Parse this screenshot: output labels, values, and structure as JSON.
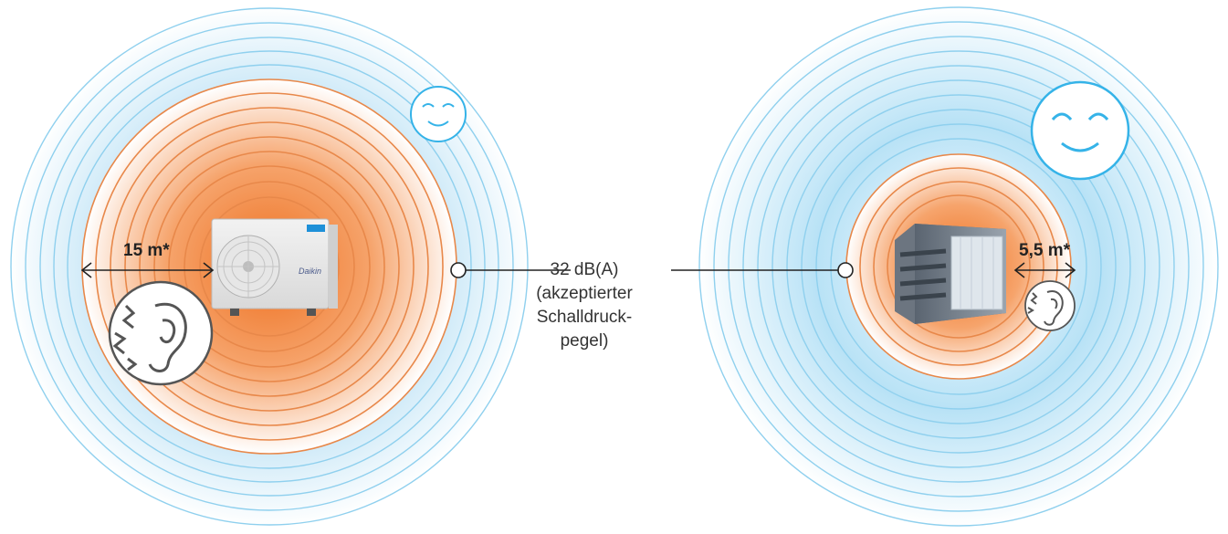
{
  "colors": {
    "blue_ring": "#8fd0ee",
    "blue_fill": "#bfe4f6",
    "orange_ring": "#e8884a",
    "orange_core": "#ee7020",
    "line": "#222222",
    "face": "#35b3e8"
  },
  "left_unit": {
    "icon": "outdoor-ac-unit-icon",
    "brand_text": "Daikin",
    "distance": "15 m*",
    "ear_icon": "stressed-ear-icon",
    "face_icon": "smiling-face-icon"
  },
  "right_unit": {
    "icon": "heat-pump-unit-with-silencer-icon",
    "distance": "5,5 m*",
    "ear_icon": "stressed-ear-icon",
    "face_icon": "smiling-face-icon"
  },
  "center_label": {
    "line1": "32 dB(A)",
    "line2": "(akzeptierter",
    "line3": "Schalldruck-",
    "line4": "pegel)"
  }
}
